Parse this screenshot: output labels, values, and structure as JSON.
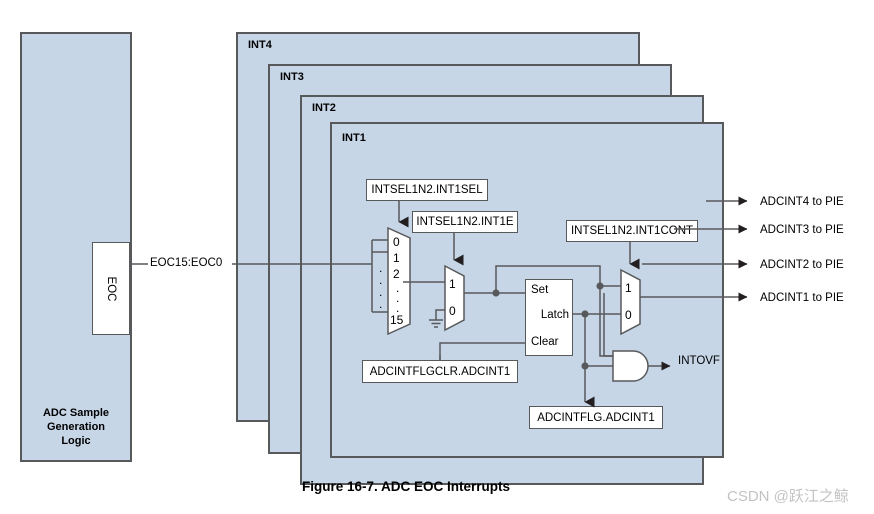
{
  "figure": {
    "caption": "Figure 16-7. ADC EOC Interrupts",
    "watermark": "CSDN @跃江之鲸",
    "background_color": "#ffffff",
    "panel_color": "#c6d6e7",
    "line_color": "#58595b"
  },
  "adc_block": {
    "label": "ADC Sample\nGeneration\nLogic",
    "port_label": "EOC",
    "bus_label": "EOC15:EOC0"
  },
  "int_panels": [
    {
      "label": "INT4"
    },
    {
      "label": "INT3"
    },
    {
      "label": "INT2"
    },
    {
      "label": "INT1"
    }
  ],
  "registers": [
    {
      "name": "intsel-sel",
      "label": "INTSEL1N2.INT1SEL"
    },
    {
      "name": "intsel-e",
      "label": "INTSEL1N2.INT1E"
    },
    {
      "name": "intsel-cont",
      "label": "INTSEL1N2.INT1CONT"
    },
    {
      "name": "intflgclr",
      "label": "ADCINTFLGCLR.ADCINT1"
    },
    {
      "name": "intflg",
      "label": "ADCINTFLG.ADCINT1"
    }
  ],
  "mux_sel": {
    "inputs": [
      "0",
      "1",
      "2",
      "15"
    ],
    "ellipsis": "."
  },
  "mux_en": {
    "inputs": [
      "1",
      "0"
    ]
  },
  "mux_cont": {
    "inputs": [
      "1",
      "0"
    ]
  },
  "latch": {
    "set_label": "Set",
    "latch_label": "Latch",
    "clear_label": "Clear"
  },
  "outputs": [
    {
      "label": "ADCINT4 to PIE"
    },
    {
      "label": "ADCINT3 to PIE"
    },
    {
      "label": "ADCINT2 to PIE"
    },
    {
      "label": "ADCINT1 to PIE"
    },
    {
      "label": "INTOVF"
    }
  ]
}
